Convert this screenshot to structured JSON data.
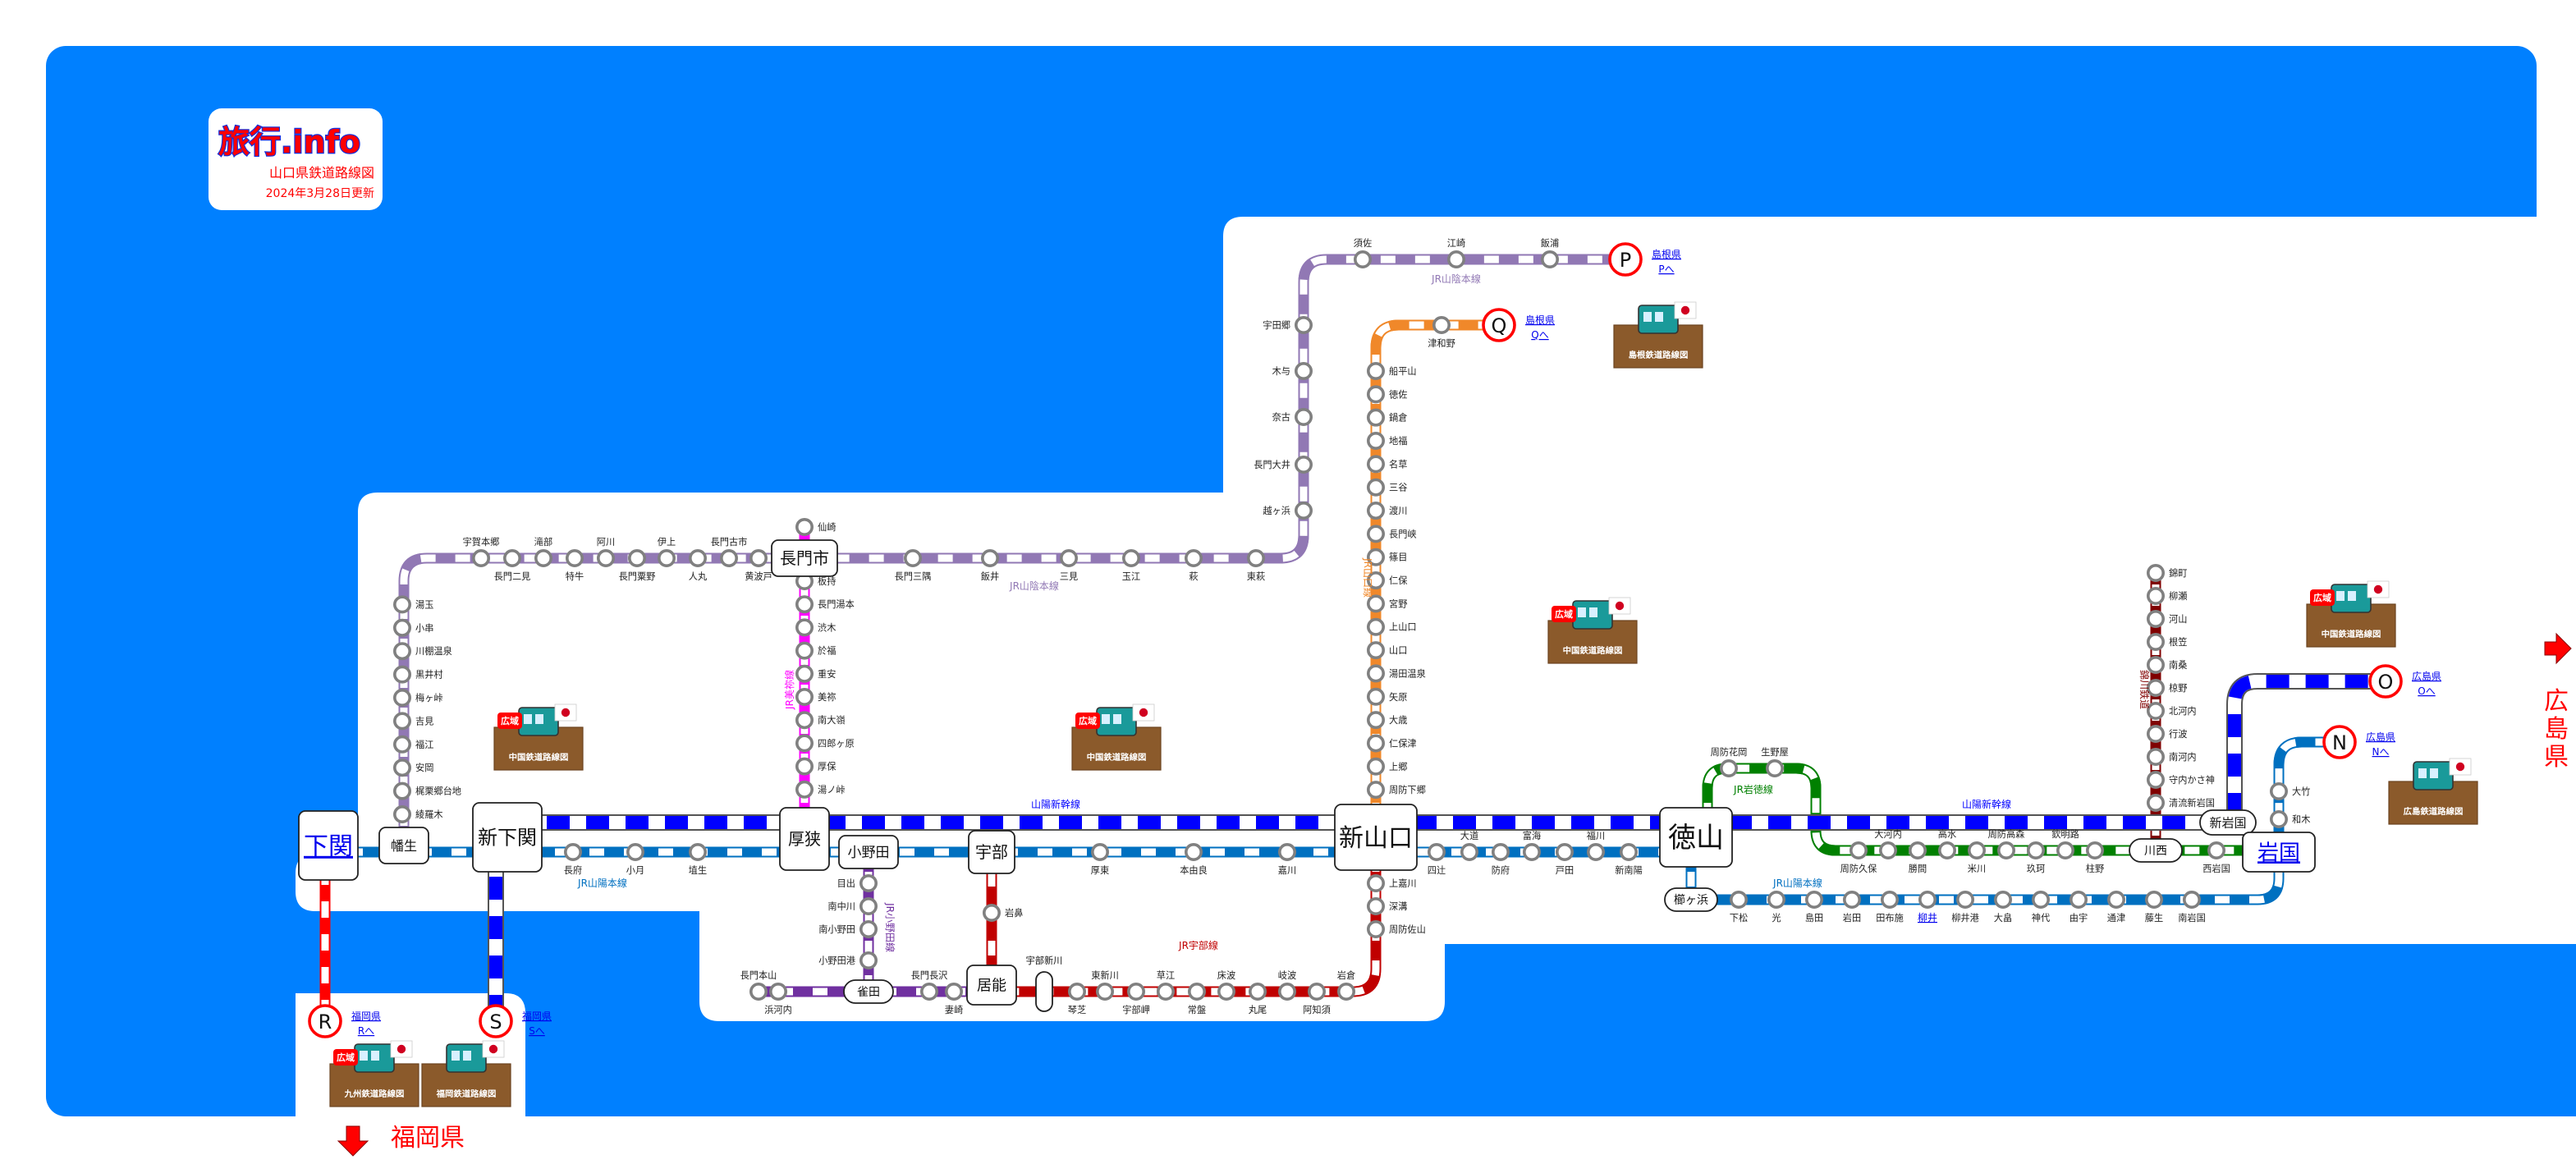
{
  "logo": {
    "brand": "旅行.info",
    "title": "山口県鉄道路線図",
    "updated": "2024年3月28日更新"
  },
  "colors": {
    "sea": "#0080ff",
    "shinkansen": "#0000ff",
    "sanyo": "#0070c0",
    "sanin": "#9178b4",
    "mine": "#ff00ff",
    "yamaguchi": "#f0882a",
    "ube": "#c00000",
    "onoda": "#7030a0",
    "gantoku": "#008000",
    "nishiki": "#800000",
    "kyushu": "#ff0000",
    "terminal": "#ff0000"
  },
  "lines": {
    "shinkansen": {
      "name": "山陽新幹線"
    },
    "sanin": {
      "name": "JR山陰本線",
      "stations": [
        "綾羅木",
        "梶栗郷台地",
        "安岡",
        "福江",
        "吉見",
        "梅ヶ峠",
        "黒井村",
        "川棚温泉",
        "小串",
        "湯玉",
        "宇賀本郷",
        "長門二見",
        "滝部",
        "特牛",
        "阿川",
        "長門粟野",
        "伊上",
        "人丸",
        "長門古市",
        "黄波戸",
        "長門三隅",
        "飯井",
        "三見",
        "玉江",
        "萩",
        "東萩",
        "越ヶ浜",
        "長門大井",
        "奈古",
        "木与",
        "宇田郷",
        "須佐",
        "江崎",
        "飯浦"
      ]
    },
    "sanin_branch": {
      "stations": [
        "仙崎"
      ]
    },
    "mine": {
      "name": "JR美祢線",
      "stations": [
        "板持",
        "長門湯本",
        "渋木",
        "於福",
        "重安",
        "美祢",
        "南大嶺",
        "四郎ヶ原",
        "厚保",
        "湯ノ峠"
      ]
    },
    "sanyo": {
      "name": "JR山陽本線",
      "stations": [
        "長府",
        "小月",
        "埴生",
        "厚東",
        "本由良",
        "嘉川",
        "四辻",
        "大道",
        "防府",
        "富海",
        "戸田",
        "福川",
        "新南陽",
        "下松",
        "光",
        "島田",
        "岩田",
        "田布施",
        "柳井",
        "柳井港",
        "大畠",
        "神代",
        "由宇",
        "通津",
        "藤生",
        "南岩国",
        "和木",
        "大竹"
      ],
      "link_station": "柳井"
    },
    "yamaguchi": {
      "name": "JR山口線",
      "stations": [
        "津和野",
        "船平山",
        "徳佐",
        "鍋倉",
        "地福",
        "名草",
        "三谷",
        "渡川",
        "長門峡",
        "篠目",
        "仁保",
        "宮野",
        "上山口",
        "山口",
        "湯田温泉",
        "矢原",
        "大歳",
        "仁保津",
        "上郷",
        "周防下郷"
      ]
    },
    "ube": {
      "name": "JR宇部線",
      "stations": [
        "上嘉川",
        "深溝",
        "周防佐山",
        "岩倉",
        "阿知須",
        "岐波",
        "丸尾",
        "床波",
        "常盤",
        "草江",
        "宇部岬",
        "東新川",
        "琴芝",
        "岩鼻"
      ]
    },
    "onoda": {
      "name": "JR小野田線",
      "stations": [
        "目出",
        "南中川",
        "南小野田",
        "小野田港",
        "長門長沢",
        "妻崎",
        "浜河内",
        "長門本山"
      ]
    },
    "gantoku": {
      "name": "JR岩徳線",
      "stations": [
        "周防花岡",
        "生野屋",
        "周防久保",
        "大河内",
        "勝間",
        "高水",
        "米川",
        "周防高森",
        "玖珂",
        "欽明路",
        "柱野",
        "西岩国"
      ]
    },
    "nishiki": {
      "name": "錦川鉄道",
      "stations": [
        "錦町",
        "柳瀬",
        "河山",
        "根笠",
        "南桑",
        "椋野",
        "北河内",
        "行波",
        "南河内",
        "守内かさ神",
        "清流新岩国"
      ]
    }
  },
  "major_stations": [
    "下関",
    "幡生",
    "新下関",
    "長門市",
    "厚狭",
    "小野田",
    "宇部",
    "新山口",
    "徳山",
    "櫛ヶ浜",
    "居能",
    "宇部新川",
    "雀田",
    "川西",
    "新岩国",
    "岩国"
  ],
  "terminals": [
    {
      "letter": "P",
      "pref": "島根県",
      "go": "Pへ"
    },
    {
      "letter": "Q",
      "pref": "島根県",
      "go": "Qへ"
    },
    {
      "letter": "O",
      "pref": "広島県",
      "go": "Oへ"
    },
    {
      "letter": "N",
      "pref": "広島県",
      "go": "Nへ"
    },
    {
      "letter": "R",
      "pref": "福岡県",
      "go": "Rへ"
    },
    {
      "letter": "S",
      "pref": "福岡県",
      "go": "Sへ"
    }
  ],
  "map_buttons": [
    {
      "label": "中国鉄道路線図",
      "badge": "広域"
    },
    {
      "label": "中国鉄道路線図",
      "badge": "広域"
    },
    {
      "label": "中国鉄道路線図",
      "badge": "広域"
    },
    {
      "label": "中国鉄道路線図",
      "badge": "広域"
    },
    {
      "label": "島根鉄道路線図",
      "badge": ""
    },
    {
      "label": "広島鉄道路線図",
      "badge": ""
    },
    {
      "label": "九州鉄道路線図",
      "badge": "広域"
    },
    {
      "label": "福岡鉄道路線図",
      "badge": ""
    }
  ],
  "neighbors": {
    "fukuoka": "福岡県",
    "hiroshima": "広島県"
  }
}
